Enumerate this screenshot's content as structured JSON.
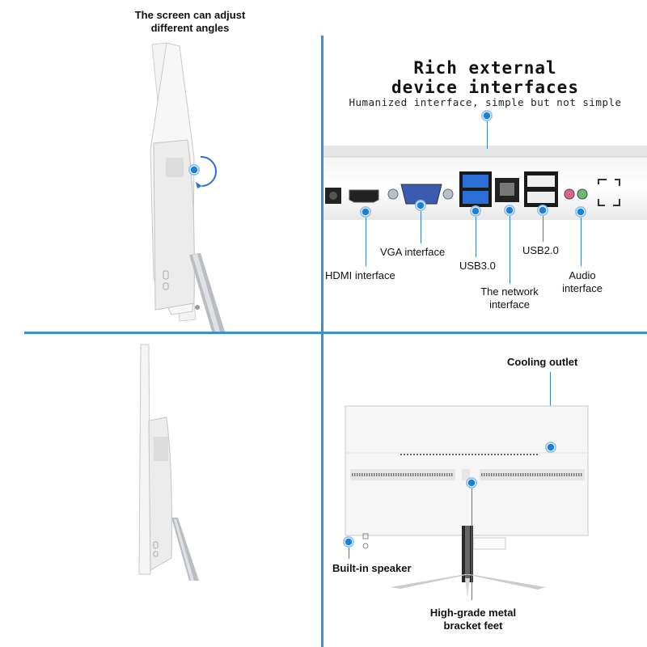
{
  "top_left": {
    "angle_label_line1": "The screen can adjust",
    "angle_label_line2": "different angles"
  },
  "top_right": {
    "heading_line1": "Rich external",
    "heading_line2": "device interfaces",
    "subheading": "Humanized interface, simple but not simple",
    "ports": {
      "hdmi": "HDMI interface",
      "vga": "VGA interface",
      "usb3": "USB3.0",
      "network_line1": "The network",
      "network_line2": "interface",
      "usb2": "USB2.0",
      "audio_line1": "Audio",
      "audio_line2": "interface"
    }
  },
  "bottom_right": {
    "cooling": "Cooling outlet",
    "speaker": "Built-in speaker",
    "bracket_line1": "High-grade metal",
    "bracket_line2": "bracket feet"
  },
  "colors": {
    "accent_blue": "#3a8fd0",
    "dot_blue": "#1e7fd8",
    "usb3_blue": "#2a6fd6"
  },
  "icons": [
    "rotate-arrow-icon",
    "callout-dot-icon"
  ]
}
